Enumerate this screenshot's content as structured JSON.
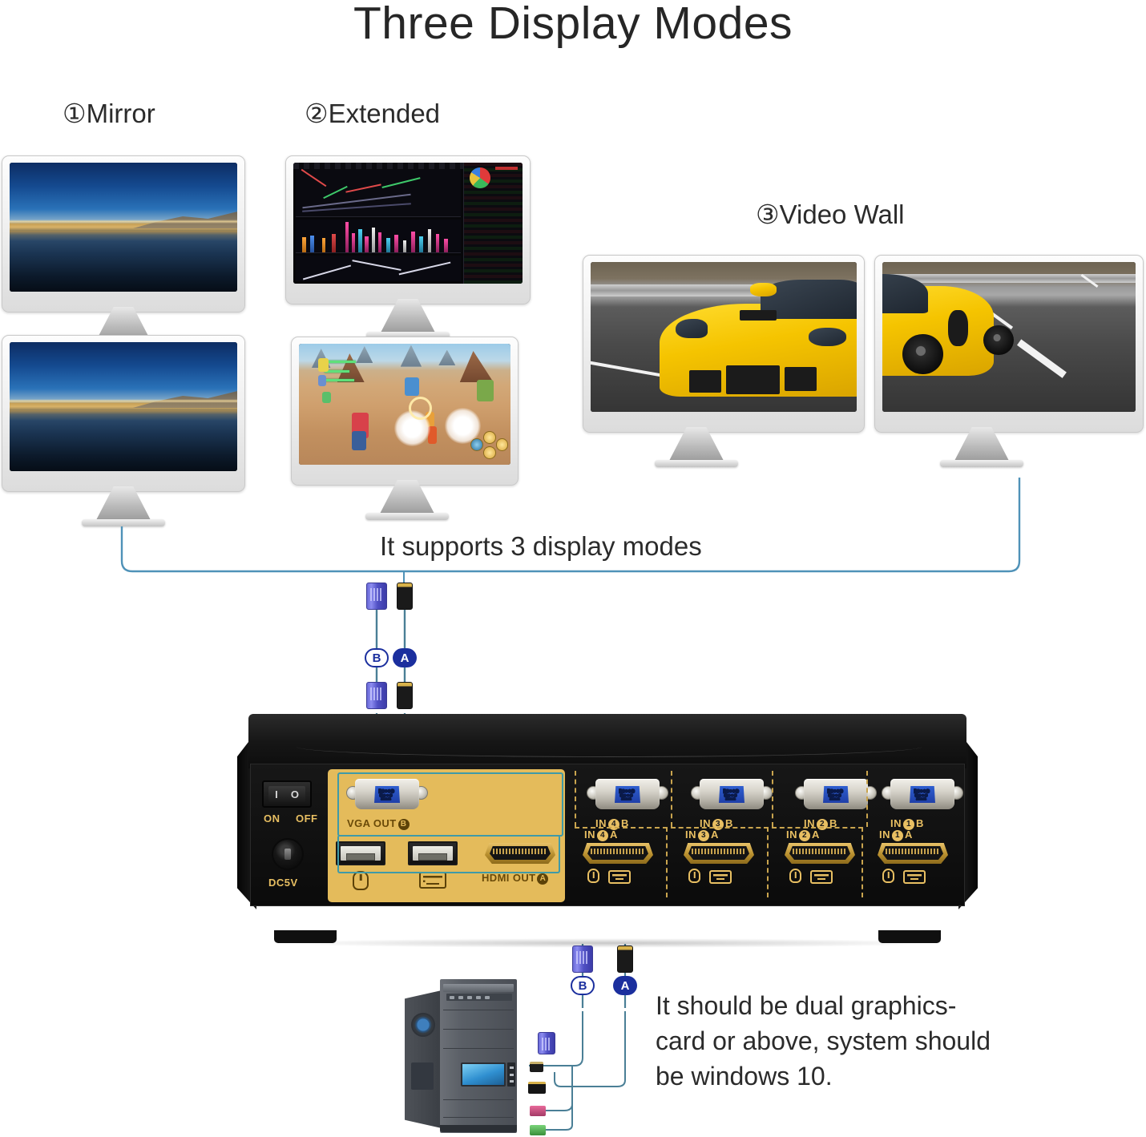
{
  "title": "Three Display Modes",
  "modes": [
    {
      "num": "①",
      "label": "Mirror"
    },
    {
      "num": "②",
      "label": "Extended"
    },
    {
      "num": "③",
      "label": "Video Wall"
    }
  ],
  "captions": {
    "middle": "It supports 3 display modes",
    "note": "It should be dual graphics-card or above, system should be windows 10."
  },
  "cable_badges": {
    "vga": "B",
    "hdmi": "A"
  },
  "device": {
    "power": {
      "on": "ON",
      "off": "OFF",
      "switch_on_mark": "I",
      "switch_off_mark": "O"
    },
    "dc_label": "DC5V",
    "outputs": [
      {
        "label": "VGA OUT",
        "badge": "B",
        "type": "vga"
      },
      {
        "label": "HDMI OUT",
        "badge": "A",
        "type": "hdmi"
      }
    ],
    "peripheral_icons": [
      {
        "name": "mouse-icon"
      },
      {
        "name": "keyboard-icon"
      }
    ],
    "vga_inputs": [
      {
        "prefix": "IN",
        "num": "4",
        "suffix": "B"
      },
      {
        "prefix": "IN",
        "num": "3",
        "suffix": "B"
      },
      {
        "prefix": "IN",
        "num": "2",
        "suffix": "B"
      },
      {
        "prefix": "IN",
        "num": "1",
        "suffix": "B"
      }
    ],
    "hdmi_inputs": [
      {
        "prefix": "IN",
        "num": "4",
        "suffix": "A"
      },
      {
        "prefix": "IN",
        "num": "3",
        "suffix": "A"
      },
      {
        "prefix": "IN",
        "num": "2",
        "suffix": "A"
      },
      {
        "prefix": "IN",
        "num": "1",
        "suffix": "A"
      }
    ]
  },
  "colors": {
    "gold_panel": "#e4bb5b",
    "gold_text": "#e8bf62",
    "teal_outline": "#3f9aa8",
    "wire": "#4f92b8",
    "badge_blue": "#1b2f9e",
    "vga_blue": "#2f5fd0",
    "car_yellow": "#f5c400"
  },
  "screens": {
    "mirror_a": {
      "content": "lake-landscape"
    },
    "mirror_b": {
      "content": "lake-landscape"
    },
    "extended_top": {
      "content": "stock-trading-terminal"
    },
    "extended_bottom": {
      "content": "3d-game-desert"
    },
    "wall_left": {
      "content": "yellow-sportscar-left-half"
    },
    "wall_right": {
      "content": "yellow-sportscar-right-half"
    }
  }
}
